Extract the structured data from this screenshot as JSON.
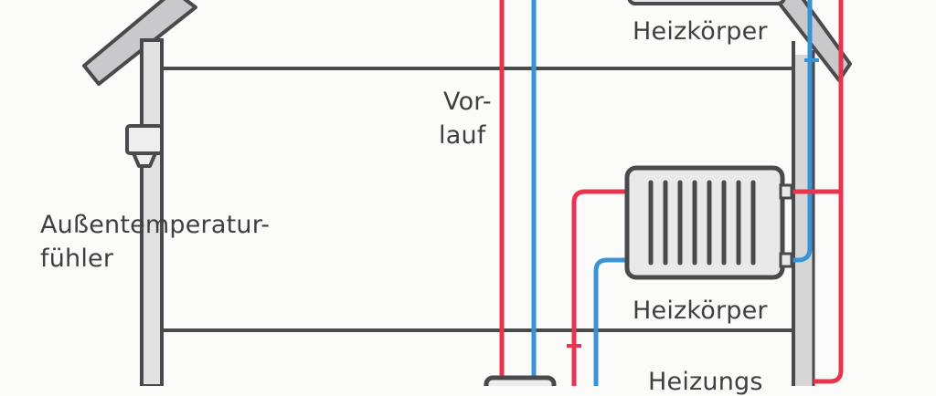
{
  "labels": {
    "heizkoerper_top": "Heizkörper",
    "vorlauf_line1": "Vor-",
    "vorlauf_line2": "lauf",
    "sensor_line1": "Außentemperatur-",
    "sensor_line2": "fühler",
    "heizkoerper_mid": "Heizkörper",
    "heizungs": "Heizungs"
  },
  "colors": {
    "outline": "#4a4a4c",
    "supply_red": "#e8344e",
    "return_blue": "#3a93d6",
    "wall_shade": "#d4d4d4",
    "roof_fill": "#c9c9cb",
    "background": "#fbfbfa"
  }
}
